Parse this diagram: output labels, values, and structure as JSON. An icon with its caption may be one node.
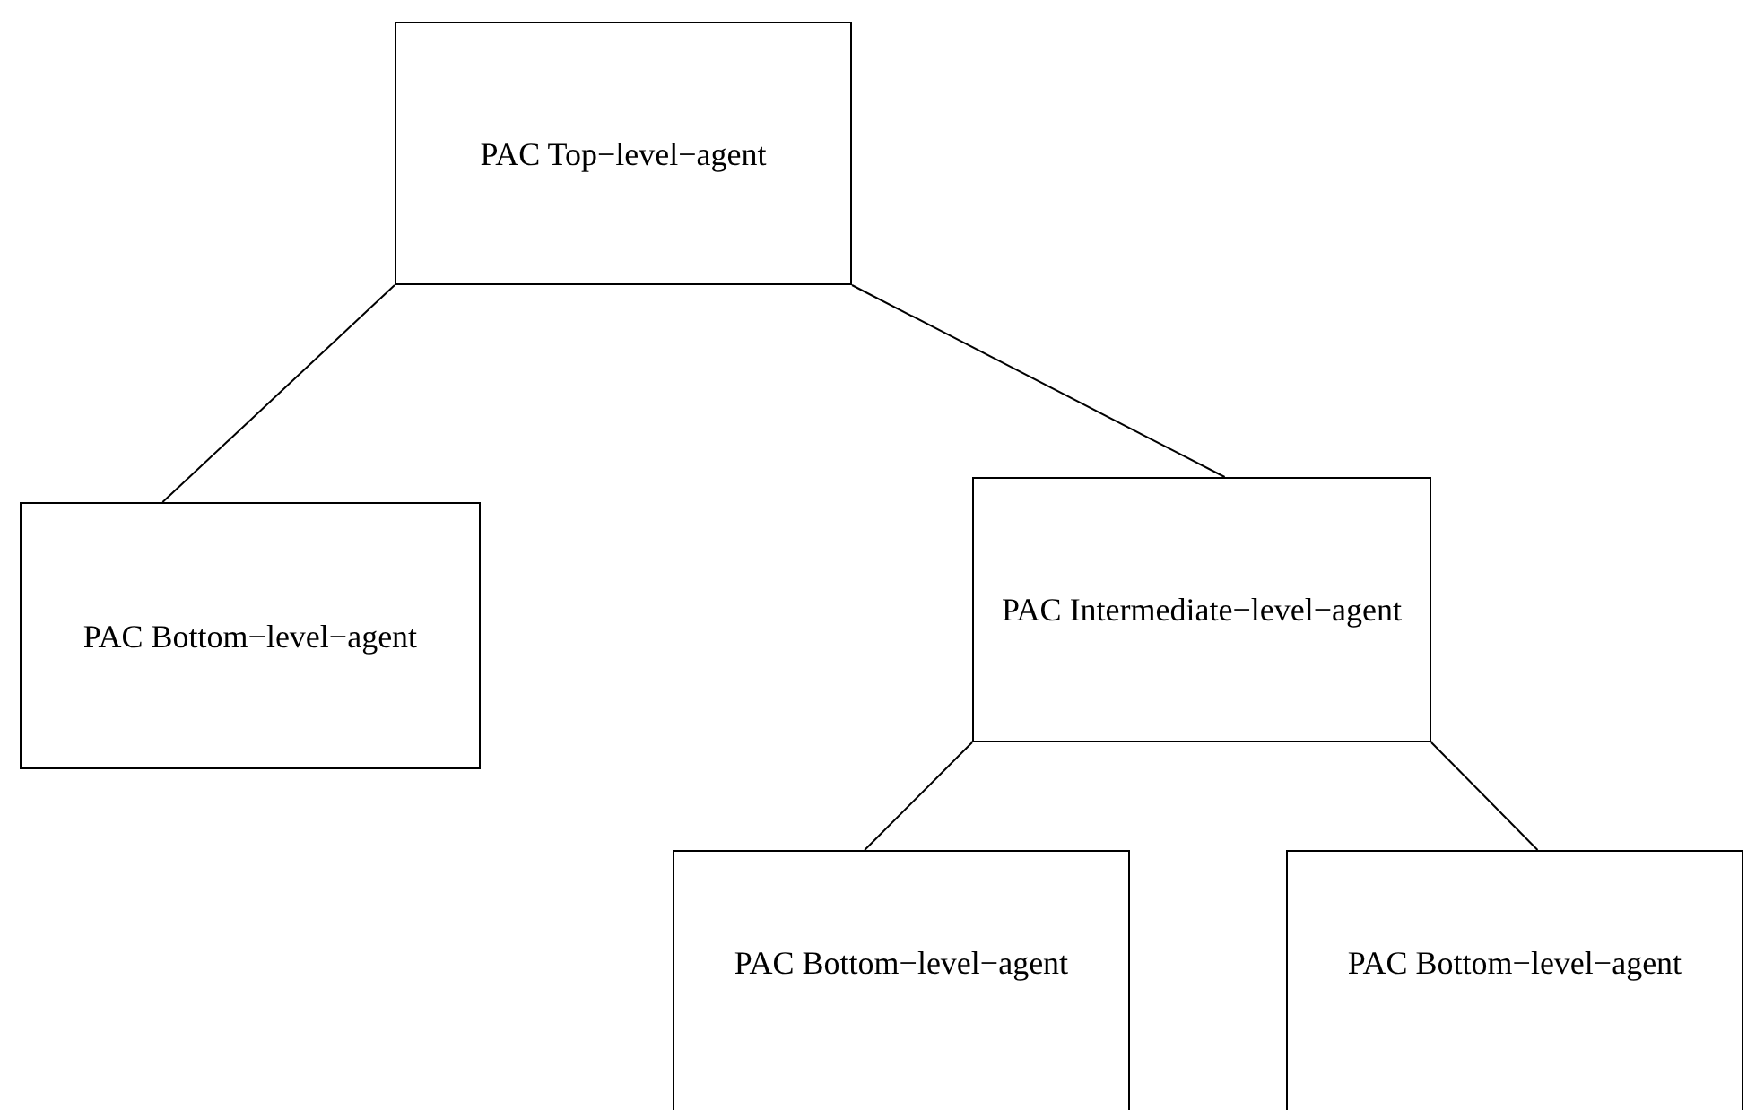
{
  "diagram": {
    "nodes": [
      {
        "text": [
          "PAC Top−level−agent"
        ]
      },
      {
        "text": [
          "PAC Bottom−level−agent"
        ]
      },
      {
        "text": [
          "PAC Intermediate−level−agent"
        ]
      },
      {
        "text": [
          "PAC Bottom−level−agent"
        ]
      },
      {
        "text": [
          "PAC Bottom−level−agent"
        ]
      }
    ],
    "edges": [
      {
        "from": 0,
        "to": 1,
        "arrow": "none"
      },
      {
        "from": 0,
        "to": 2,
        "arrow": "none"
      },
      {
        "from": 2,
        "to": 3,
        "arrow": "none"
      },
      {
        "from": 2,
        "to": 4,
        "arrow": "none"
      }
    ]
  }
}
